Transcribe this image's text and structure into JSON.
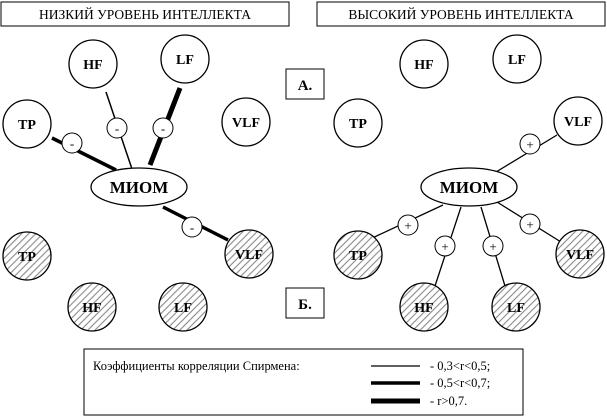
{
  "headers": {
    "left": "НИЗКИЙ УРОВЕНЬ ИНТЕЛЛЕКТА",
    "right": "ВЫСОКИЙ УРОВЕНЬ ИНТЕЛЛЕКТА"
  },
  "panels": {
    "a": "А.",
    "b": "Б."
  },
  "center_label": "МИОМ",
  "nodes": {
    "hf": "HF",
    "lf": "LF",
    "tp": "TP",
    "vlf": "VLF"
  },
  "signs": {
    "negative": "-",
    "positive": "+"
  },
  "legend": {
    "title": "Коэффициенты корреляции Спирмена:",
    "items": [
      {
        "label": "- 0,3<r<0,5;",
        "strength": "weak"
      },
      {
        "label": "- 0,5<r<0,7;",
        "strength": "medium"
      },
      {
        "label": "- r>0,7.",
        "strength": "strong"
      }
    ]
  },
  "colors": {
    "stroke": "#000000",
    "background": "#ffffff",
    "hatch": "#909090"
  }
}
